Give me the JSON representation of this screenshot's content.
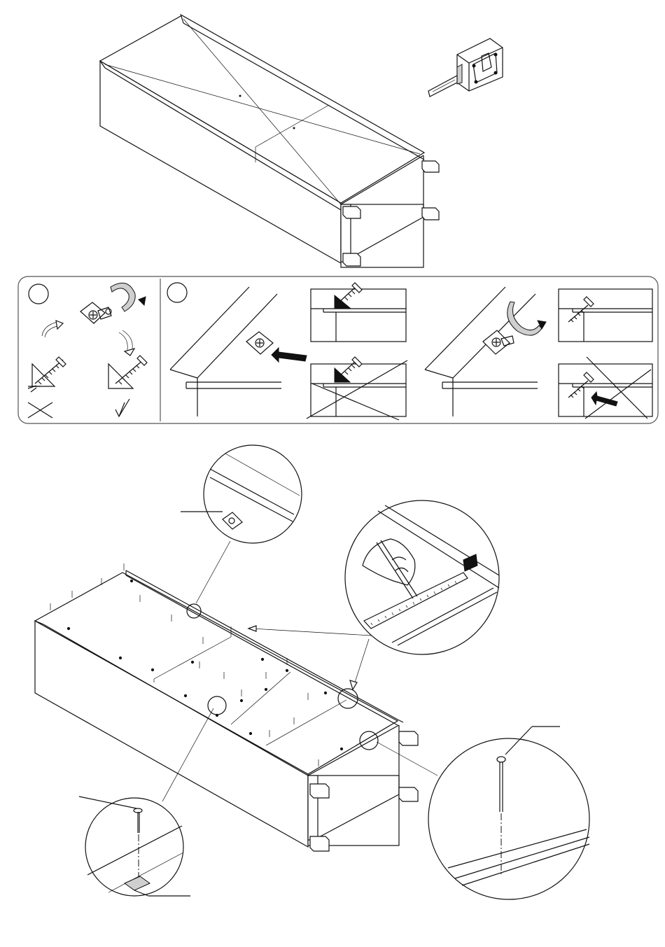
{
  "sheet": {
    "title": "",
    "icons": [
      "cabinet-diagonal-check",
      "tape-measure-icon",
      "cam-lock-fitting-icon",
      "screw-icon",
      "rotate-arrow-icon",
      "push-arrow-icon",
      "cross-wrong-icon",
      "check-correct-icon",
      "pencil-hand-icon",
      "ruler-icon",
      "nail-icon",
      "glide-pad-icon",
      "magnifier-callout"
    ],
    "steps": [
      {
        "id": "step-a",
        "marker": ""
      },
      {
        "id": "step-b",
        "marker": ""
      }
    ],
    "colors": {
      "ink": "#111111",
      "paper": "#ffffff",
      "frame": "#555555",
      "fill_gray": "#cfcfcf"
    }
  }
}
